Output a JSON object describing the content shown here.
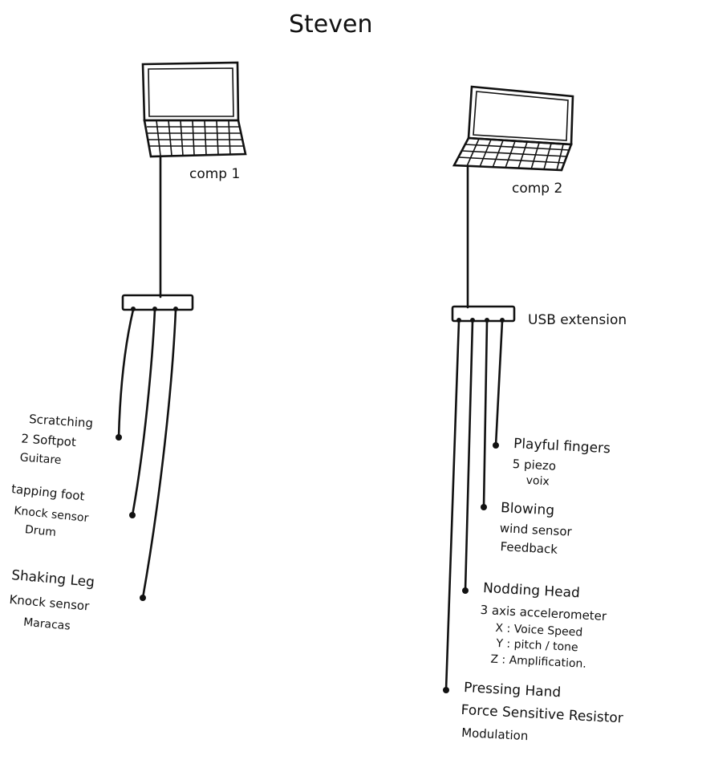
{
  "title": "Steven",
  "left": {
    "computer_label": "comp 1",
    "sensors": [
      {
        "name": "Scratching",
        "sensor": "2 Softpot",
        "output": "Guitare"
      },
      {
        "name": "tapping foot",
        "sensor": "Knock sensor",
        "output": "Drum"
      },
      {
        "name": "Shaking Leg",
        "sensor": "Knock sensor",
        "output": "Maracas"
      }
    ]
  },
  "right": {
    "computer_label": "comp 2",
    "hub_label": "USB extension",
    "sensors": [
      {
        "name": "Playful fingers",
        "sensor": "5 piezo",
        "output": "voix"
      },
      {
        "name": "Blowing",
        "sensor": "wind sensor",
        "output": "Feedback"
      },
      {
        "name": "Nodding Head",
        "sensor": "3 axis accelerometer",
        "axes": [
          "X : Voice Speed",
          "Y : pitch / tone",
          "Z : Amplification."
        ]
      },
      {
        "name": "Pressing Hand",
        "sensor": "Force Sensitive Resistor",
        "output": "Modulation"
      }
    ]
  }
}
